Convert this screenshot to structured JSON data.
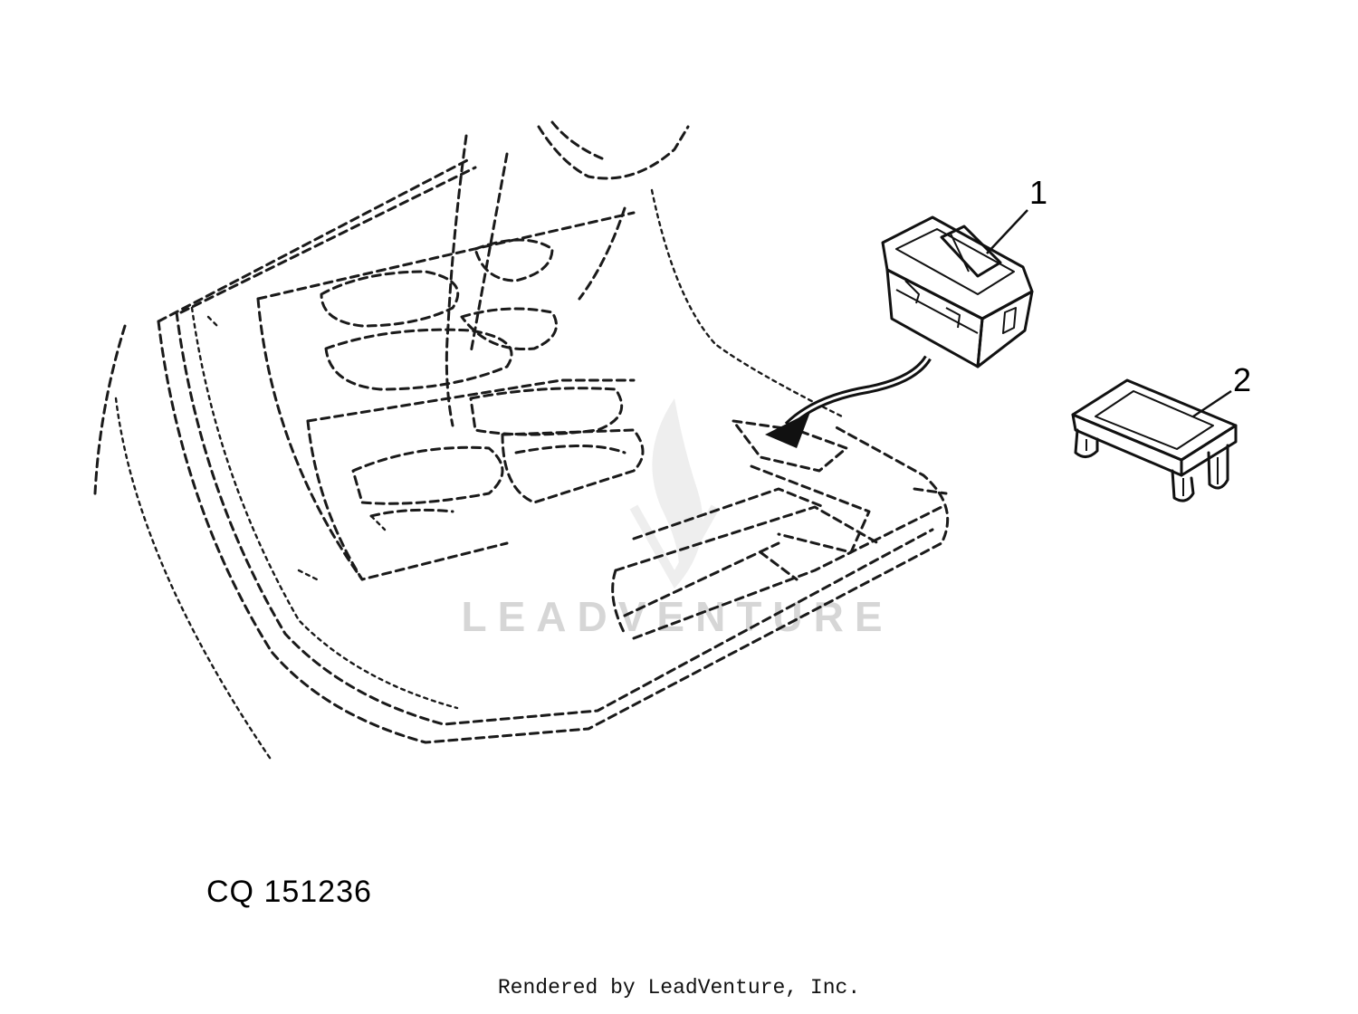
{
  "diagram": {
    "figure_code": "CQ 151236",
    "footer": "Rendered by LeadVenture, Inc.",
    "watermark": "LEADVENTURE",
    "callouts": [
      {
        "id": "1",
        "label": "1"
      },
      {
        "id": "2",
        "label": "2"
      }
    ],
    "colors": {
      "line": "#1a1a1a",
      "background": "#ffffff",
      "watermark": "#d6d6d6"
    }
  }
}
